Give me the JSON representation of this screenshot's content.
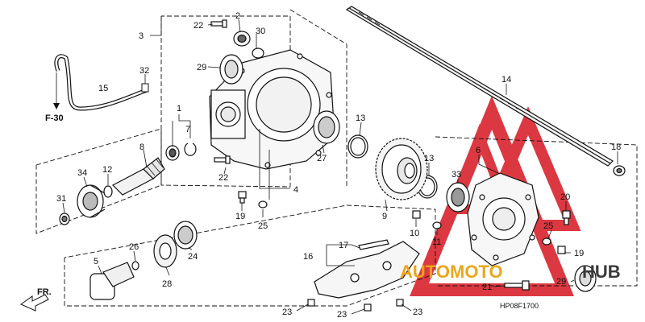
{
  "callouts": [
    {
      "id": "c3",
      "text": "3"
    },
    {
      "id": "c22a",
      "text": "22"
    },
    {
      "id": "c2",
      "text": "2"
    },
    {
      "id": "c30",
      "text": "30"
    },
    {
      "id": "c32",
      "text": "32"
    },
    {
      "id": "c15",
      "text": "15"
    },
    {
      "id": "c29a",
      "text": "29"
    },
    {
      "id": "c1",
      "text": "1"
    },
    {
      "id": "c7",
      "text": "7"
    },
    {
      "id": "c8",
      "text": "8"
    },
    {
      "id": "c34",
      "text": "34"
    },
    {
      "id": "c12",
      "text": "12"
    },
    {
      "id": "c31",
      "text": "31"
    },
    {
      "id": "c22b",
      "text": "22"
    },
    {
      "id": "c27",
      "text": "27"
    },
    {
      "id": "c4",
      "text": "4"
    },
    {
      "id": "c19a",
      "text": "19"
    },
    {
      "id": "c25a",
      "text": "25"
    },
    {
      "id": "c13a",
      "text": "13"
    },
    {
      "id": "c13b",
      "text": "13"
    },
    {
      "id": "c9",
      "text": "9"
    },
    {
      "id": "c33",
      "text": "33"
    },
    {
      "id": "c6",
      "text": "6"
    },
    {
      "id": "c10",
      "text": "10"
    },
    {
      "id": "c11",
      "text": "11"
    },
    {
      "id": "c14",
      "text": "14"
    },
    {
      "id": "c18",
      "text": "18"
    },
    {
      "id": "c20",
      "text": "20"
    },
    {
      "id": "c25b",
      "text": "25"
    },
    {
      "id": "c19b",
      "text": "19"
    },
    {
      "id": "c26",
      "text": "26"
    },
    {
      "id": "c24",
      "text": "24"
    },
    {
      "id": "c5",
      "text": "5"
    },
    {
      "id": "c28",
      "text": "28"
    },
    {
      "id": "c17",
      "text": "17"
    },
    {
      "id": "c16",
      "text": "16"
    },
    {
      "id": "c21",
      "text": "21"
    },
    {
      "id": "c29b",
      "text": "29"
    },
    {
      "id": "c23a",
      "text": "23"
    },
    {
      "id": "c23b",
      "text": "23"
    },
    {
      "id": "c23c",
      "text": "23"
    }
  ],
  "ref_label": "F-30",
  "front_label": "FR.",
  "diagram_code": "HP08F1700",
  "watermark": {
    "text_auto": "AUTO",
    "text_moto": "MOTO",
    "text_hub": "HUB",
    "color_auto": "#f0a21a",
    "color_moto": "#e8a71c",
    "color_hub": "#3a3a3a",
    "triangle_color": "#d9232d"
  }
}
